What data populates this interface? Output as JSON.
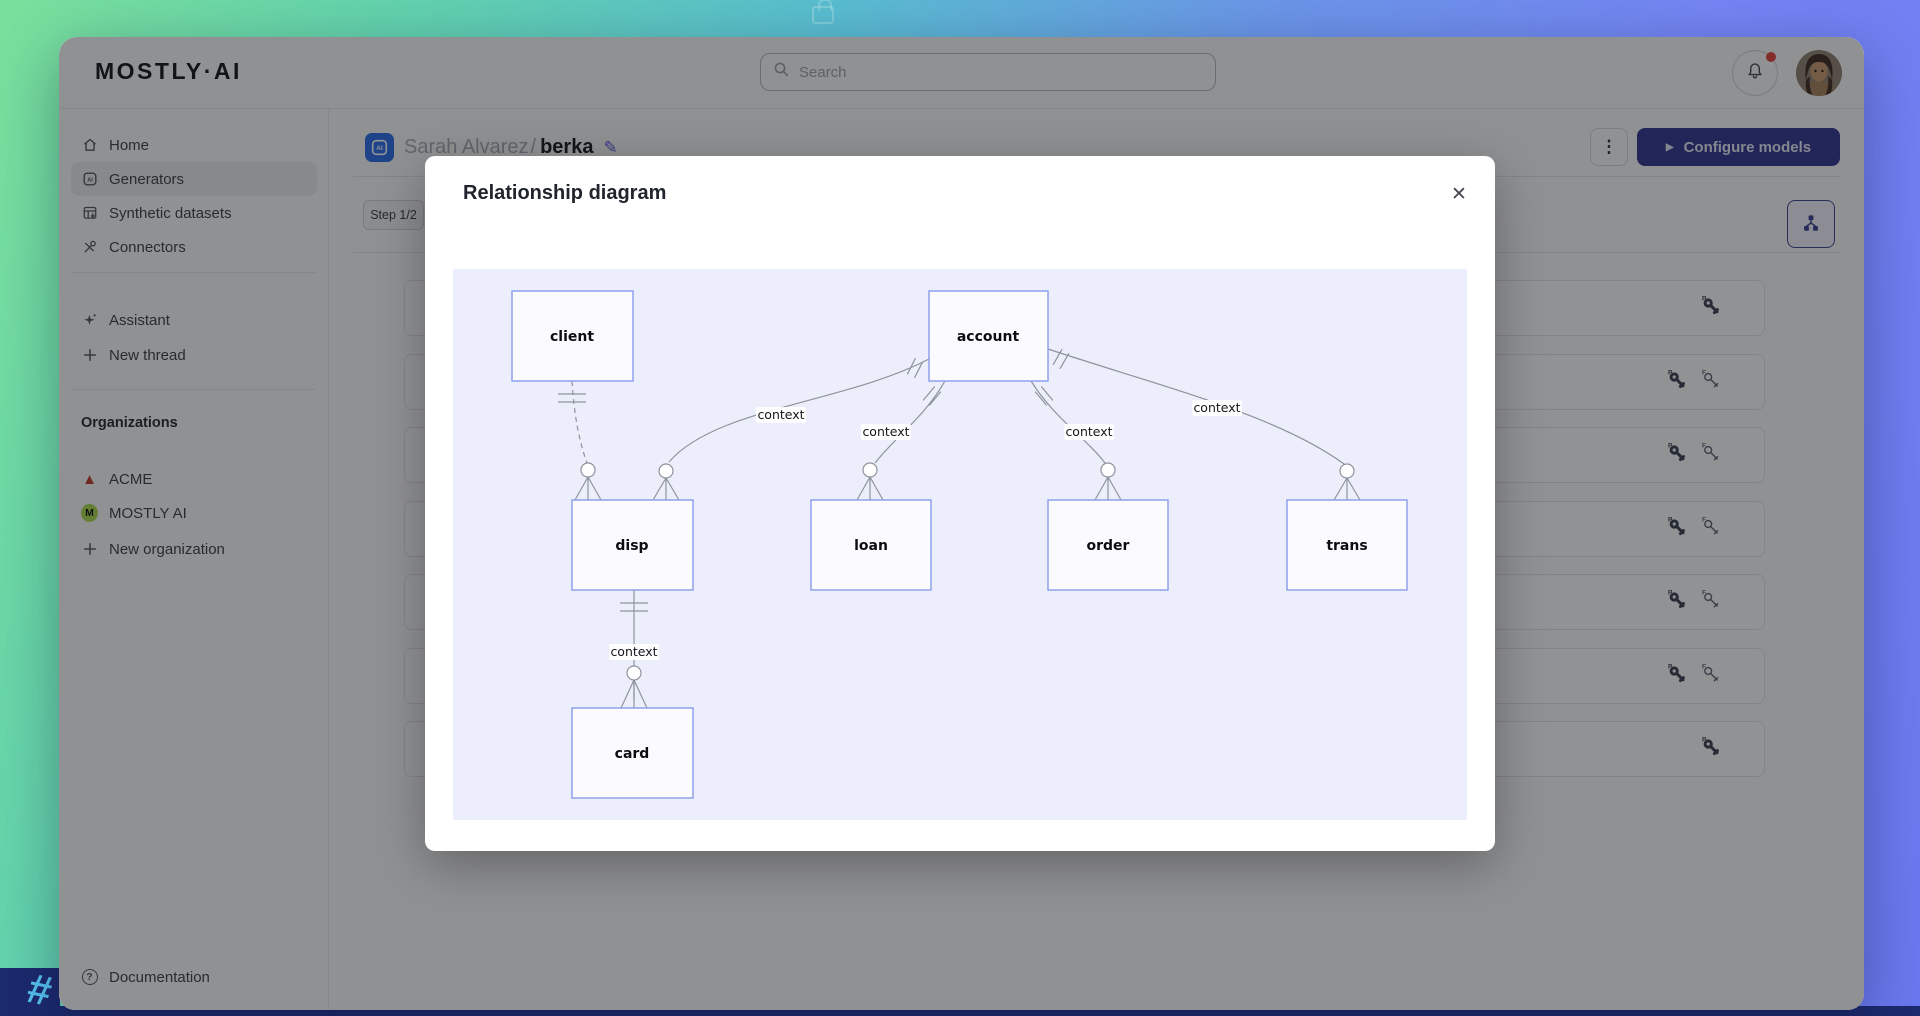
{
  "header": {
    "logo": "MOSTLY·AI",
    "search_placeholder": "Search",
    "notification_badge": true
  },
  "sidebar": {
    "nav": [
      {
        "label": "Home",
        "icon": "home-icon",
        "active": false
      },
      {
        "label": "Generators",
        "icon": "generators-icon",
        "active": true
      },
      {
        "label": "Synthetic datasets",
        "icon": "datasets-icon",
        "active": false
      },
      {
        "label": "Connectors",
        "icon": "connectors-icon",
        "active": false
      }
    ],
    "assistant_nav": [
      {
        "label": "Assistant",
        "icon": "sparkle-icon"
      },
      {
        "label": "New thread",
        "icon": "plus-icon"
      }
    ],
    "organizations_title": "Organizations",
    "organizations": [
      {
        "label": "ACME",
        "icon": "acme-logo",
        "icon_glyph": "▲"
      },
      {
        "label": "MOSTLY AI",
        "icon": "mostly-ai-logo",
        "icon_letter": "M"
      },
      {
        "label": "New organization",
        "icon": "plus-icon"
      }
    ],
    "documentation_label": "Documentation",
    "documentation_glyph": "?"
  },
  "page": {
    "chip_label": "AI",
    "owner": "Sarah Alvarez",
    "separator": "/",
    "generator_name": "berka",
    "step_label": "Step 1/2",
    "kebab_glyph": "⋮",
    "play_glyph": "▶",
    "configure_models_label": "Configure models"
  },
  "table_rows": [
    {
      "keys": [
        "primary-key"
      ]
    },
    {
      "keys": [
        "primary-key",
        "foreign-key"
      ]
    },
    {
      "keys": [
        "primary-key",
        "foreign-key"
      ]
    },
    {
      "keys": [
        "primary-key",
        "foreign-key"
      ]
    },
    {
      "keys": [
        "primary-key",
        "foreign-key"
      ]
    },
    {
      "keys": [
        "primary-key",
        "foreign-key"
      ]
    },
    {
      "keys": [
        "primary-key"
      ]
    }
  ],
  "modal": {
    "title": "Relationship diagram",
    "close_glyph": "✕",
    "entities": [
      {
        "name": "client"
      },
      {
        "name": "account"
      },
      {
        "name": "disp"
      },
      {
        "name": "loan"
      },
      {
        "name": "order"
      },
      {
        "name": "trans"
      },
      {
        "name": "card"
      }
    ],
    "relationships": [
      {
        "from": "client",
        "to": "disp",
        "label": "",
        "parent_cardinality": "exactly-one",
        "child_cardinality": "zero-or-many",
        "style": "dashed"
      },
      {
        "from": "account",
        "to": "disp",
        "label": "context",
        "parent_cardinality": "exactly-one",
        "child_cardinality": "zero-or-many",
        "style": "solid"
      },
      {
        "from": "account",
        "to": "loan",
        "label": "context",
        "parent_cardinality": "exactly-one",
        "child_cardinality": "zero-or-many",
        "style": "solid"
      },
      {
        "from": "account",
        "to": "order",
        "label": "context",
        "parent_cardinality": "exactly-one",
        "child_cardinality": "zero-or-many",
        "style": "solid"
      },
      {
        "from": "account",
        "to": "trans",
        "label": "context",
        "parent_cardinality": "exactly-one",
        "child_cardinality": "zero-or-many",
        "style": "solid"
      },
      {
        "from": "disp",
        "to": "card",
        "label": "context",
        "parent_cardinality": "exactly-one",
        "child_cardinality": "zero-or-many",
        "style": "solid"
      }
    ]
  },
  "colors": {
    "primary_button": "#31358c",
    "entity_border": "#8fa0ed",
    "entity_fill": "#fbfbfe",
    "diagram_bg": "#eceffb",
    "edge_gray": "#8e939b",
    "notification_dot": "#e1443a",
    "chip_blue": "#2d6ce5",
    "org_green": "#a9d94b",
    "acme_red": "#c0392b",
    "overlay": "rgba(16,17,23,0.45)"
  }
}
